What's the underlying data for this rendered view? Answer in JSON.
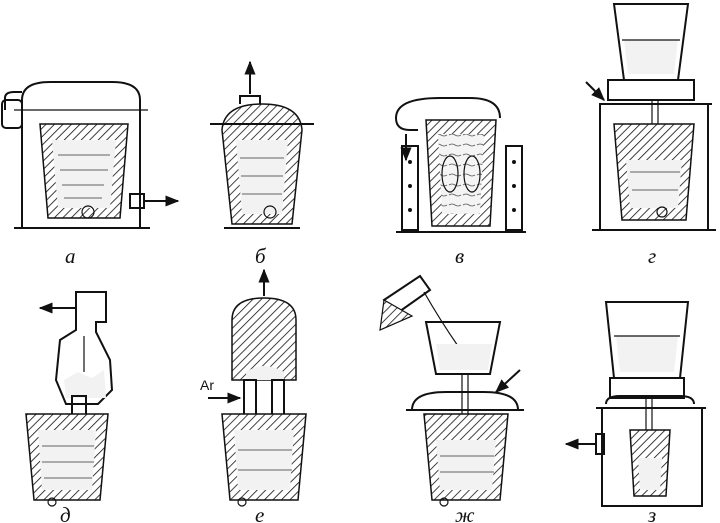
{
  "figure": {
    "labels": [
      "а",
      "б",
      "в",
      "г",
      "д",
      "е",
      "ж",
      "з"
    ],
    "gas_label": "Ar"
  },
  "colors": {
    "ink": "#111111",
    "paper": "#ffffff"
  }
}
